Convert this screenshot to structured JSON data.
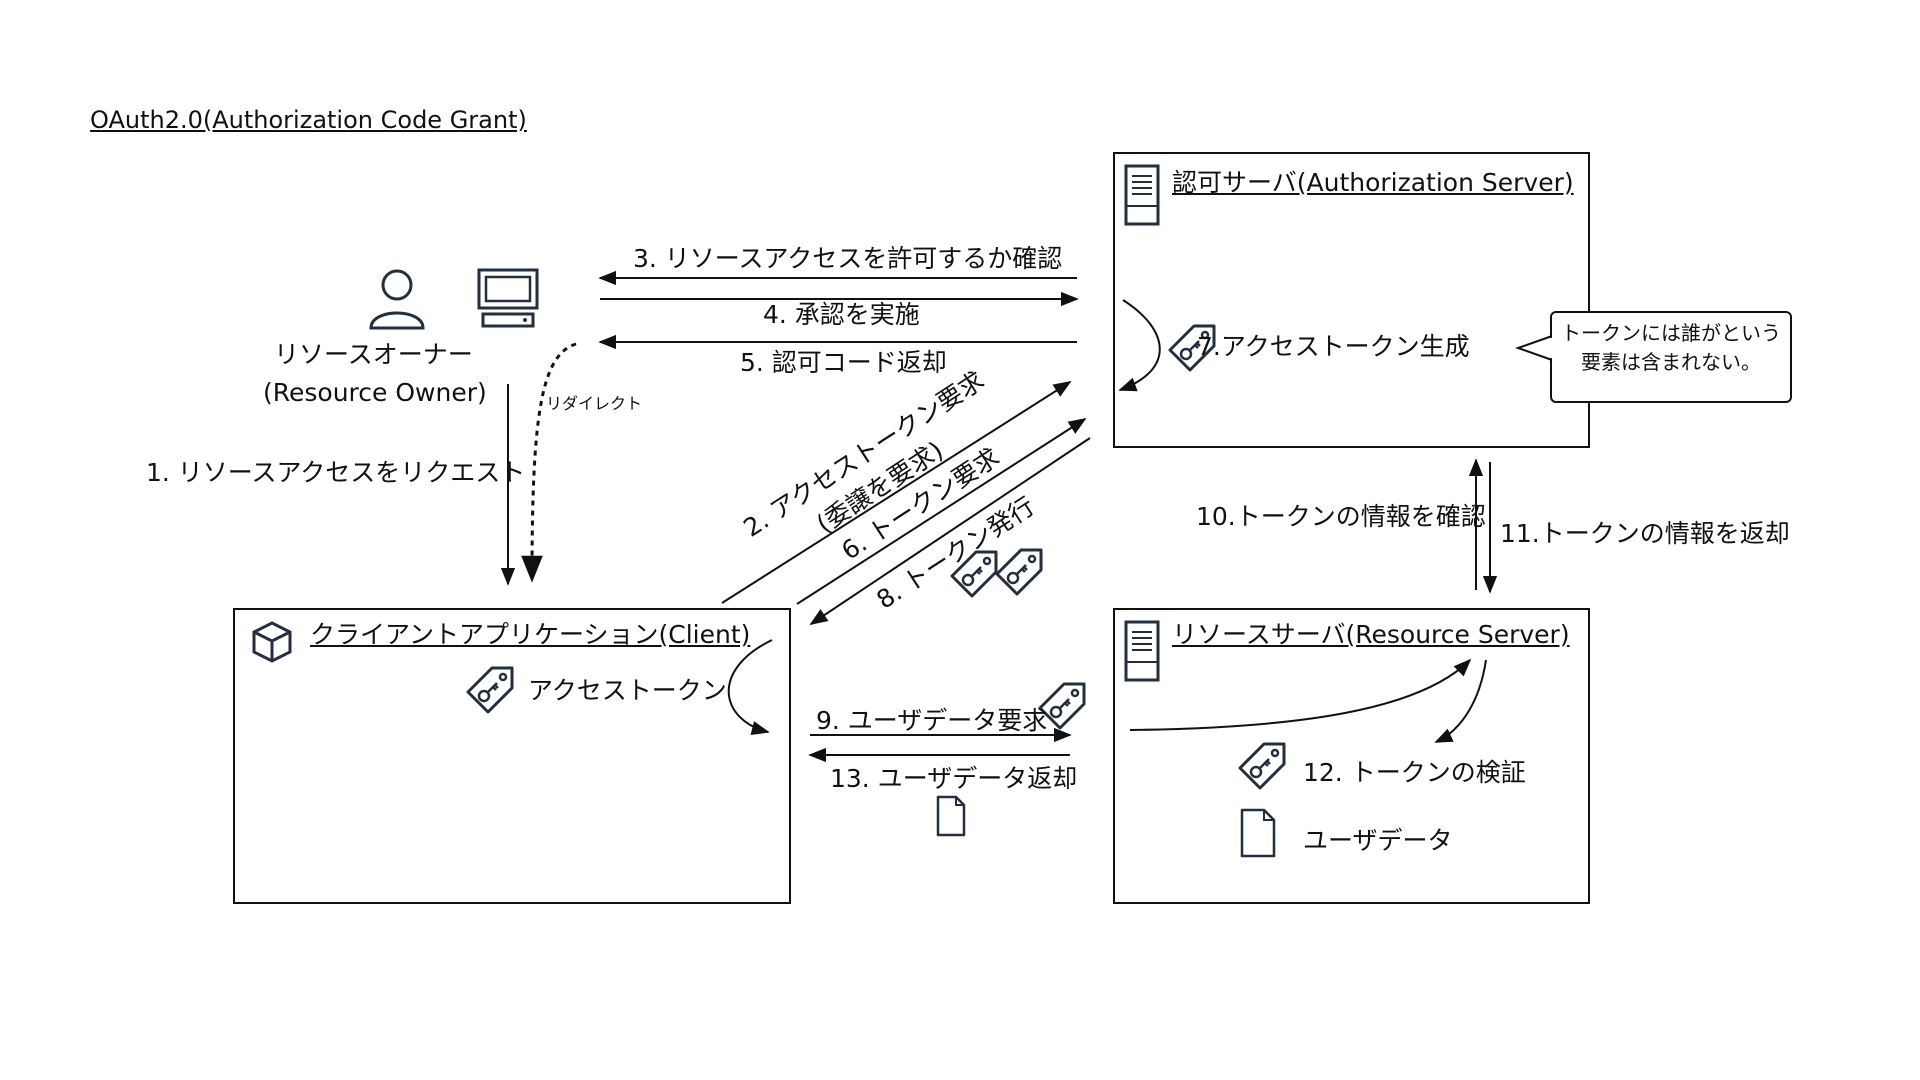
{
  "title": "OAuth2.0(Authorization Code Grant)",
  "actors": {
    "owner_line1": "リソースオーナー",
    "owner_line2": "(Resource Owner)",
    "auth_server": "認可サーバ(Authorization Server)",
    "client": "クライアントアプリケーション(Client)",
    "resource_server": "リソースサーバ(Resource Server)"
  },
  "steps": {
    "s1": "1. リソースアクセスをリクエスト",
    "s2a": "2. アクセストークン要求",
    "s2b": "(委譲を要求)",
    "s3": "3. リソースアクセスを許可するか確認",
    "s4": "4. 承認を実施",
    "s5": "5. 認可コード返却",
    "s6": "6. トークン要求",
    "s7": "7.アクセストークン生成",
    "s8": "8. トークン発行",
    "s9": "9. ユーザデータ要求",
    "s10": "10.トークンの情報を確認",
    "s11": "11.トークンの情報を返却",
    "s12": "12. トークンの検証",
    "s13": "13. ユーザデータ返却"
  },
  "notes": {
    "redirect": "リダイレクト",
    "access_token": "アクセストークン",
    "user_data": "ユーザデータ",
    "callout_line1": "トークンには誰がという",
    "callout_line2": "要素は含まれない。"
  },
  "icons": [
    "person-icon",
    "computer-icon",
    "server-icon",
    "package-icon",
    "tag-key-icon",
    "document-icon"
  ]
}
